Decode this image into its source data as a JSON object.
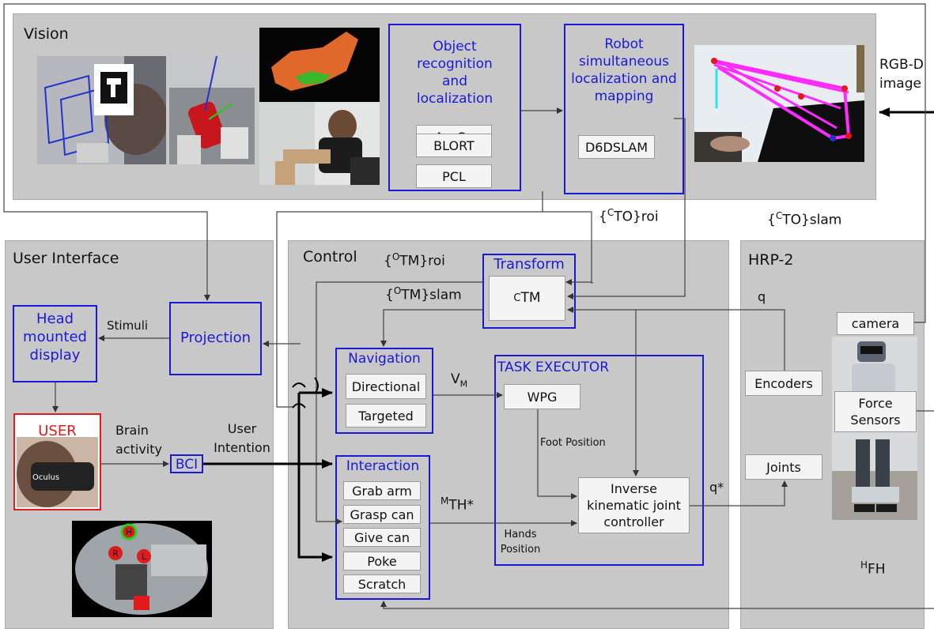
{
  "panels": {
    "vision": "Vision",
    "user_interface": "User Interface",
    "control": "Control",
    "hrp2": "HRP-2"
  },
  "vision": {
    "object_recognition": {
      "title": "Object recognition and localization",
      "items": [
        "AruCo",
        "BLORT",
        "PCL"
      ]
    },
    "slam": {
      "title": "Robot simultaneous localization and mapping",
      "item": "D6DSLAM"
    },
    "input_label": "RGB-D image"
  },
  "ui": {
    "hmd": "Head mounted display",
    "projection": "Projection",
    "stimuli": "Stimuli",
    "user": "USER",
    "brain_activity": "Brain activity",
    "bci": "BCI",
    "user_intention": "User Intention",
    "oculus_brand": "Oculus",
    "ssvep_labels": [
      "H",
      "R",
      "L"
    ]
  },
  "control": {
    "transform": {
      "title": "Transform",
      "item_base": "C",
      "item_sub": "TM"
    },
    "navigation": {
      "title": "Navigation",
      "items": [
        "Directional",
        "Targeted"
      ]
    },
    "interaction": {
      "title": "Interaction",
      "items": [
        "Grab arm",
        "Grasp can",
        "Give can",
        "Poke",
        "Scratch"
      ]
    },
    "task_executor": {
      "title": "TASK EXECUTOR",
      "wpg": "WPG",
      "ik": "Inverse kinematic joint controller",
      "foot_position": "Foot Position",
      "hands_position": "Hands Position"
    }
  },
  "hrp2": {
    "camera": "camera",
    "encoders": "Encoders",
    "force_sensors": "Force Sensors",
    "joints": "Joints"
  },
  "signals": {
    "c_to_roi": {
      "open": "{",
      "base": "C",
      "sub": "TO",
      "close": "}roi"
    },
    "c_to_slam": {
      "open": "{",
      "base": "C",
      "sub": "TO",
      "close": "}slam"
    },
    "o_tm_roi": {
      "open": "{",
      "base": "O",
      "sub": "TM",
      "close": "}roi"
    },
    "o_tm_slam": {
      "open": "{",
      "base": "O",
      "sub": "TM",
      "close": "}slam"
    },
    "vm": {
      "base": "V",
      "sub": "M"
    },
    "mth": {
      "base": "M",
      "sub": "TH*"
    },
    "hfh": {
      "base": "H",
      "sub": "FH"
    },
    "q": "q",
    "qstar": "q*"
  },
  "colors": {
    "panel": "#c8c8c8",
    "blue": "#1a1ad6",
    "red": "#e11b1b",
    "magenta": "#ff2bff"
  }
}
